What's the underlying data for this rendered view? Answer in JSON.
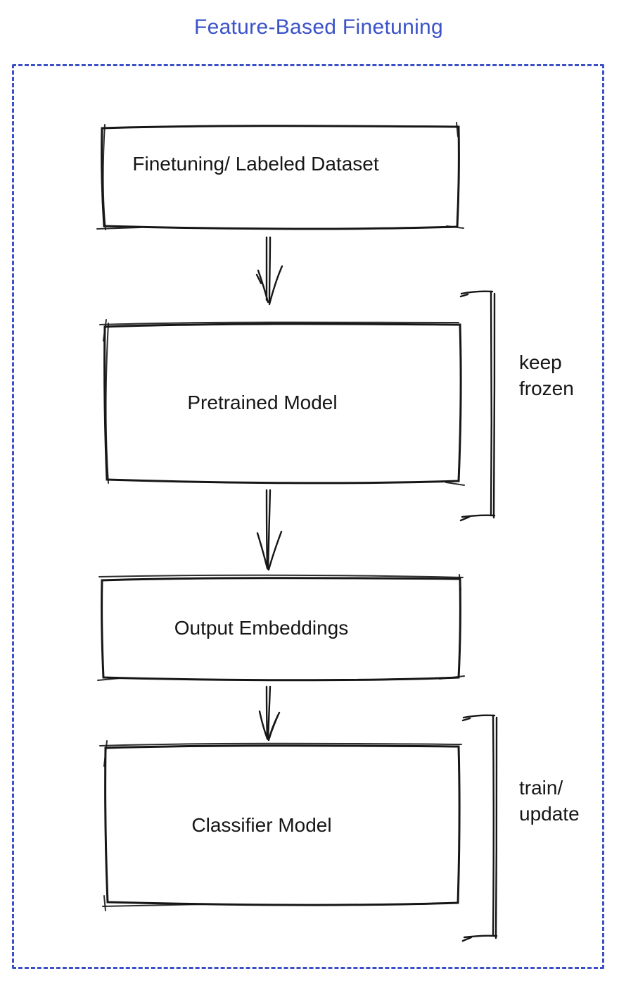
{
  "title": "Feature-Based Finetuning",
  "colors": {
    "title_blue": "#3b52c8",
    "dashed_blue": "#3c50c6",
    "ink": "#161616",
    "box_gray": "#878e97",
    "box_blue": "#4b6df0",
    "box_green": "#40bd5c"
  },
  "diagram": {
    "boxes": [
      {
        "id": "finetuning-labeled-dataset",
        "label": "Finetuning/ Labeled Dataset",
        "fill": "#878e97"
      },
      {
        "id": "pretrained-model",
        "label": "Pretrained Model",
        "fill": "#4b6df0"
      },
      {
        "id": "output-embeddings",
        "label": "Output Embeddings",
        "fill": "#878e97"
      },
      {
        "id": "classifier-model",
        "label": "Classifier Model",
        "fill": "#40bd5c"
      }
    ],
    "annotations": [
      {
        "id": "keep-frozen",
        "line1": "keep",
        "line2": "frozen",
        "applies_to": "Pretrained Model"
      },
      {
        "id": "train-update",
        "line1": "train/",
        "line2": "update",
        "applies_to": "Classifier Model"
      }
    ],
    "flow": [
      "Finetuning/ Labeled Dataset",
      "Pretrained Model",
      "Output Embeddings",
      "Classifier Model"
    ]
  }
}
